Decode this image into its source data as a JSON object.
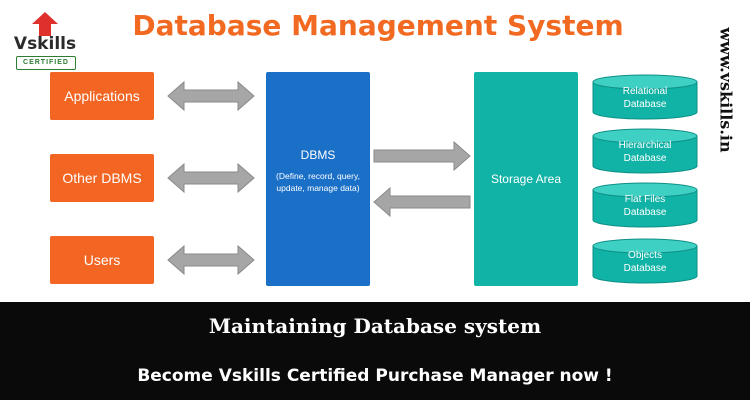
{
  "logo": {
    "brand": "Vskills",
    "badge": "CERTIFIED"
  },
  "diagram": {
    "title": "Database Management System",
    "sources": [
      {
        "label": "Applications"
      },
      {
        "label": "Other DBMS"
      },
      {
        "label": "Users"
      }
    ],
    "dbms": {
      "title": "DBMS",
      "subtitle": "(Define, record, query, update, manage data)"
    },
    "storage": {
      "title": "Storage Area"
    },
    "databases": [
      {
        "line1": "Relational",
        "line2": "Database"
      },
      {
        "line1": "Hierarchical",
        "line2": "Database"
      },
      {
        "line1": "Flat Files",
        "line2": "Database"
      },
      {
        "line1": "Objects",
        "line2": "Database"
      }
    ]
  },
  "site": "www.vskills.in",
  "footer": {
    "title": "Maintaining Database system",
    "cta": "Become Vskills Certified Purchase Manager now !"
  },
  "colors": {
    "title": "#f26a21",
    "source_box": "#f26522",
    "dbms_box": "#1a6fc7",
    "storage_box": "#11b3a6",
    "cylinder": "#11b3a6",
    "arrow": "#9b9b9b",
    "footer_bg": "#0a0a0a"
  }
}
